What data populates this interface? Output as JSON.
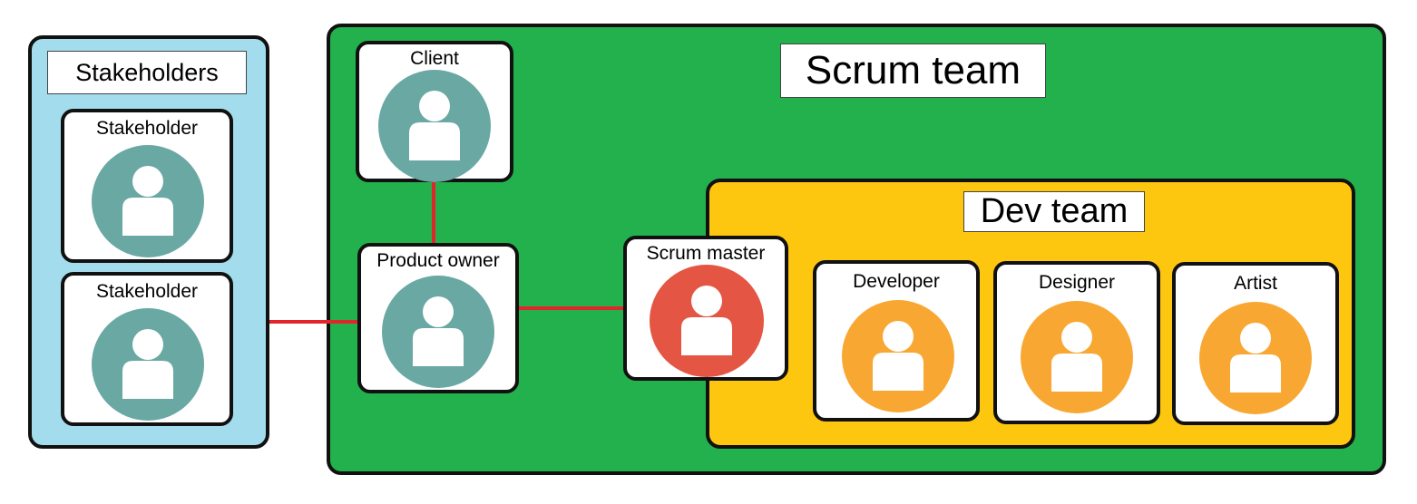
{
  "groups": {
    "stakeholders": {
      "title": "Stakeholders",
      "color": "#a3dcec"
    },
    "scrum_team": {
      "title": "Scrum team",
      "color": "#22b14c"
    },
    "dev_team": {
      "title": "Dev team",
      "color": "#fec70f"
    }
  },
  "roles": {
    "stakeholder_1": {
      "label": "Stakeholder",
      "avatar_color": "#69a8a3",
      "icon": "person-icon"
    },
    "stakeholder_2": {
      "label": "Stakeholder",
      "avatar_color": "#69a8a3",
      "icon": "person-icon"
    },
    "client": {
      "label": "Client",
      "avatar_color": "#69a8a3",
      "icon": "person-icon"
    },
    "product_owner": {
      "label": "Product owner",
      "avatar_color": "#69a8a3",
      "icon": "person-icon"
    },
    "scrum_master": {
      "label": "Scrum master",
      "avatar_color": "#e45544",
      "icon": "person-icon"
    },
    "developer": {
      "label": "Developer",
      "avatar_color": "#f8a832",
      "icon": "person-icon"
    },
    "designer": {
      "label": "Designer",
      "avatar_color": "#f8a832",
      "icon": "person-icon"
    },
    "artist": {
      "label": "Artist",
      "avatar_color": "#f8a832",
      "icon": "person-icon"
    }
  },
  "connector_color": "#e2242b",
  "person_icon_color": "#ffffff"
}
